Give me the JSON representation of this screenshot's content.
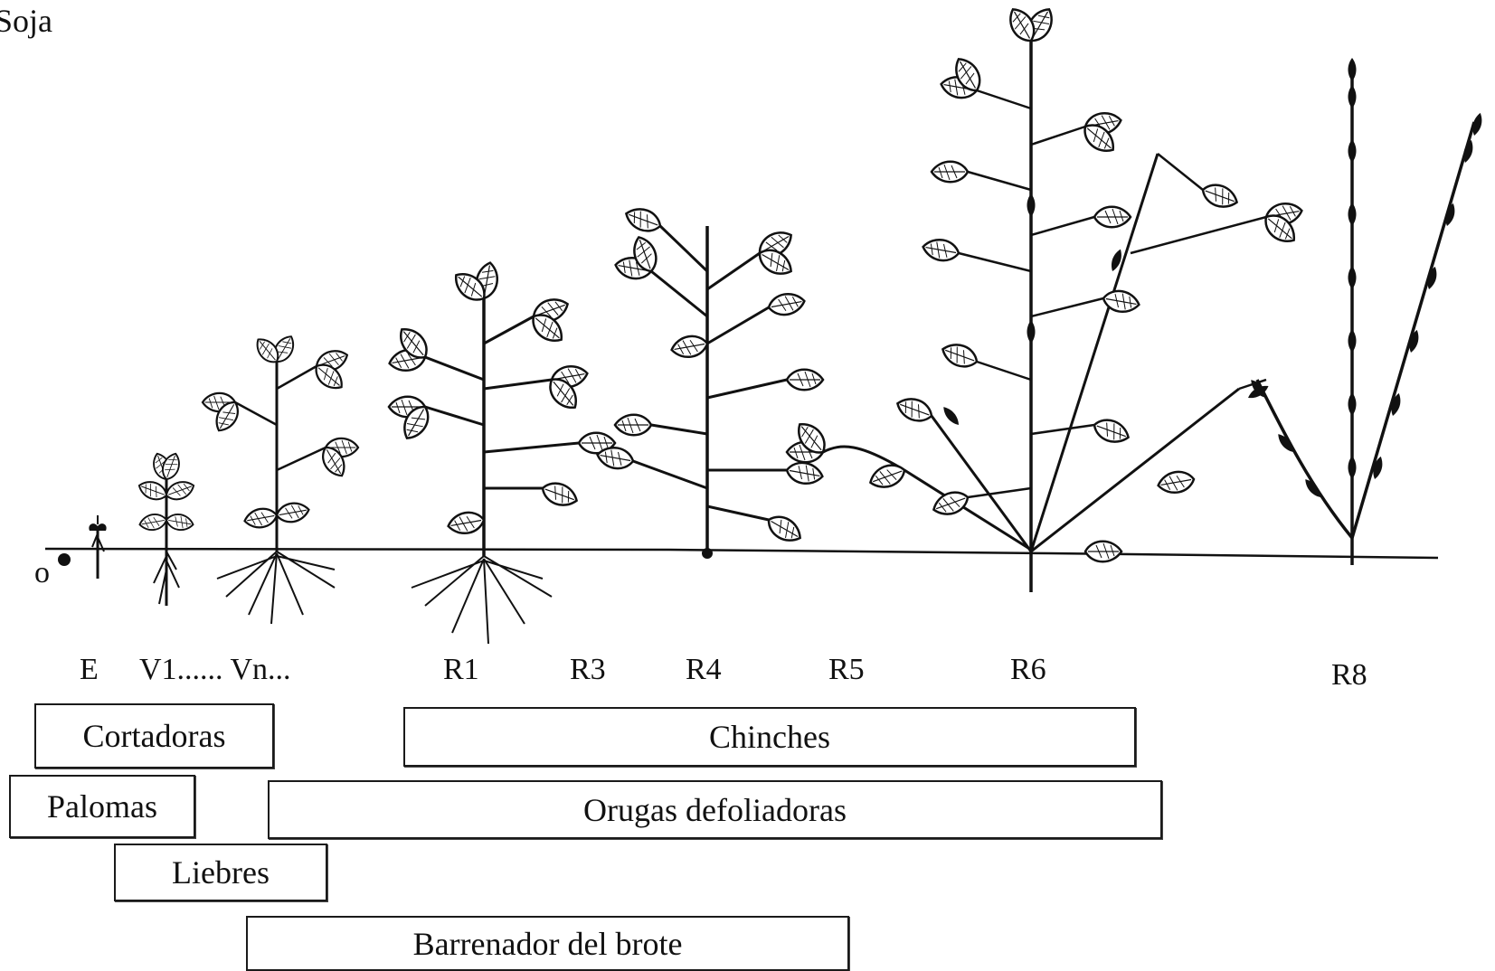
{
  "title": "Soja",
  "seed_glyph": "o",
  "stages": [
    {
      "id": "E",
      "label": "E"
    },
    {
      "id": "V",
      "label": "V1...... Vn..."
    },
    {
      "id": "R1",
      "label": "R1"
    },
    {
      "id": "R3",
      "label": "R3"
    },
    {
      "id": "R4",
      "label": "R4"
    },
    {
      "id": "R5",
      "label": "R5"
    },
    {
      "id": "R6",
      "label": "R6"
    },
    {
      "id": "R8",
      "label": "R8"
    }
  ],
  "pests": [
    {
      "id": "cortadoras",
      "label": "Cortadoras"
    },
    {
      "id": "palomas",
      "label": "Palomas"
    },
    {
      "id": "liebres",
      "label": "Liebres"
    },
    {
      "id": "barrenador",
      "label": "Barrenador del brote"
    },
    {
      "id": "chinches",
      "label": "Chinches"
    },
    {
      "id": "orugas",
      "label": "Orugas defoliadoras"
    }
  ],
  "colors": {
    "ink": "#111111",
    "background": "#ffffff"
  }
}
